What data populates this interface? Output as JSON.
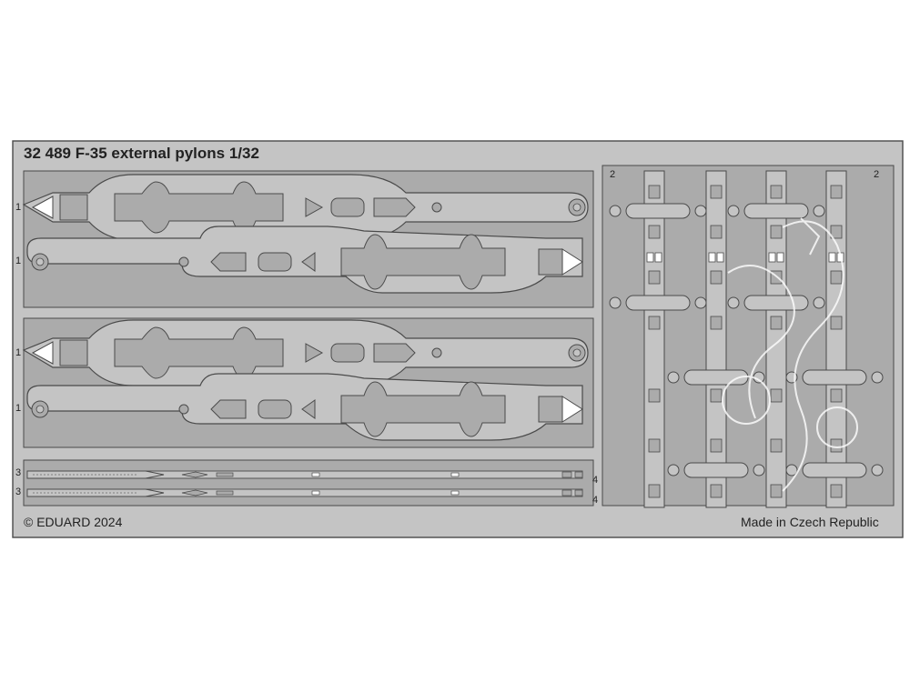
{
  "sheet": {
    "title": "32 489 F-35 external pylons 1/32",
    "copyright": "© EDUARD 2024",
    "origin": "Made in Czech Republic"
  },
  "part_numbers": {
    "p1": "1",
    "p2": "2",
    "p3": "3",
    "p4": "4"
  },
  "colors": {
    "metal": "#c4c4c4",
    "recess": "#ababab",
    "outline": "#4a4a4a",
    "background": "#ffffff"
  }
}
